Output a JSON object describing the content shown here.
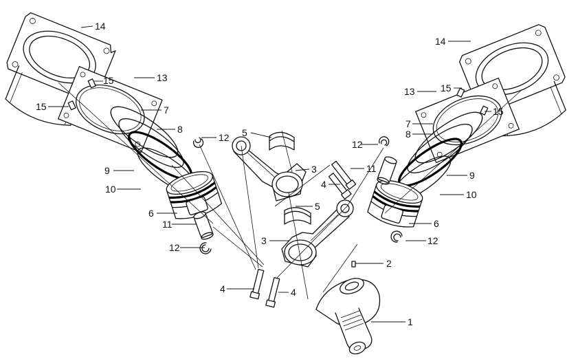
{
  "labels": {
    "crankshaft": "1",
    "crank_key": "2",
    "conrod": "3",
    "rod_bolt": "4",
    "bearing": "5",
    "piston": "6",
    "top_ring": "7",
    "second_ring": "8",
    "oil_ring": "9",
    "oil_rail": "10",
    "piston_pin": "11",
    "circlip": "12",
    "gasket": "13",
    "cylinder": "14",
    "dowel": "15"
  }
}
